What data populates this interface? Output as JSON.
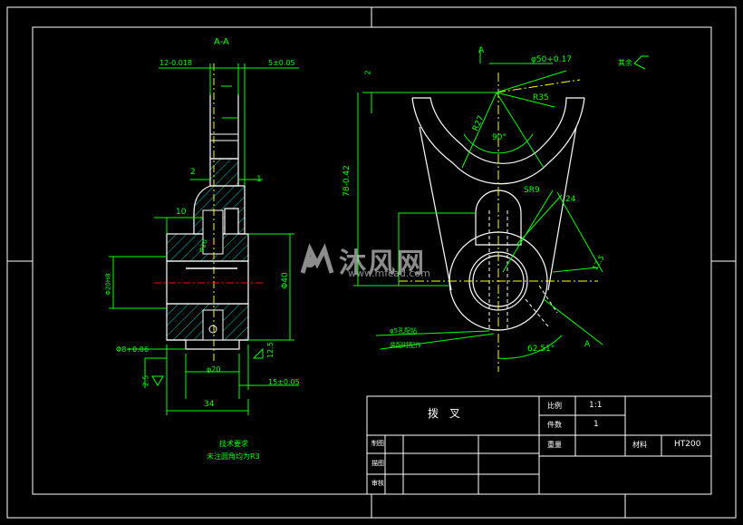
{
  "section_label": "A-A",
  "dims_left": {
    "top_tol": "12-0.018",
    "top_right": "5±0.05",
    "d2": "2",
    "d1": "1",
    "d10": "10",
    "phi40": "Φ40",
    "phi20": "Φ20",
    "phi8": "Φ8+0.06",
    "d25a": "2.5",
    "d125": "12.5",
    "phi20b": "φ20",
    "d15": "15±0.05",
    "d34": "34",
    "d20h": "Φ20H8"
  },
  "dims_right": {
    "a_mark": "A",
    "phi50": "φ50+0.17",
    "d2": "2",
    "r35": "R35",
    "r27": "R27",
    "ang90": "90°",
    "h78": "78-0.42",
    "sr9": "SR9",
    "d24": "24",
    "d125": "12.5",
    "ang6251": "62.51°",
    "a_mark2": "A",
    "note1": "φ5孔配钻",
    "note2": "装配时配作",
    "rough": "其余"
  },
  "notes": {
    "tech1": "技术要求",
    "tech2": "未注圆角均为R3"
  },
  "title_block": {
    "part_name": "拨 叉",
    "scale_label": "比例",
    "scale_value": "1:1",
    "qty_label": "件数",
    "qty_value": "1",
    "weight_label": "重量",
    "material_label": "材料",
    "material_value": "HT200",
    "drawn_label": "制图",
    "checked_label": "描图",
    "approved_label": "审核"
  },
  "watermark": {
    "brand": "沐风网",
    "url": "www.mfcad.com"
  },
  "colors": {
    "background": "#000000",
    "outline": "#ffffff",
    "dimension": "#00ff00",
    "centerline": "#ffff00",
    "hatch": "#00c8c8",
    "cutline": "#ff0000"
  }
}
